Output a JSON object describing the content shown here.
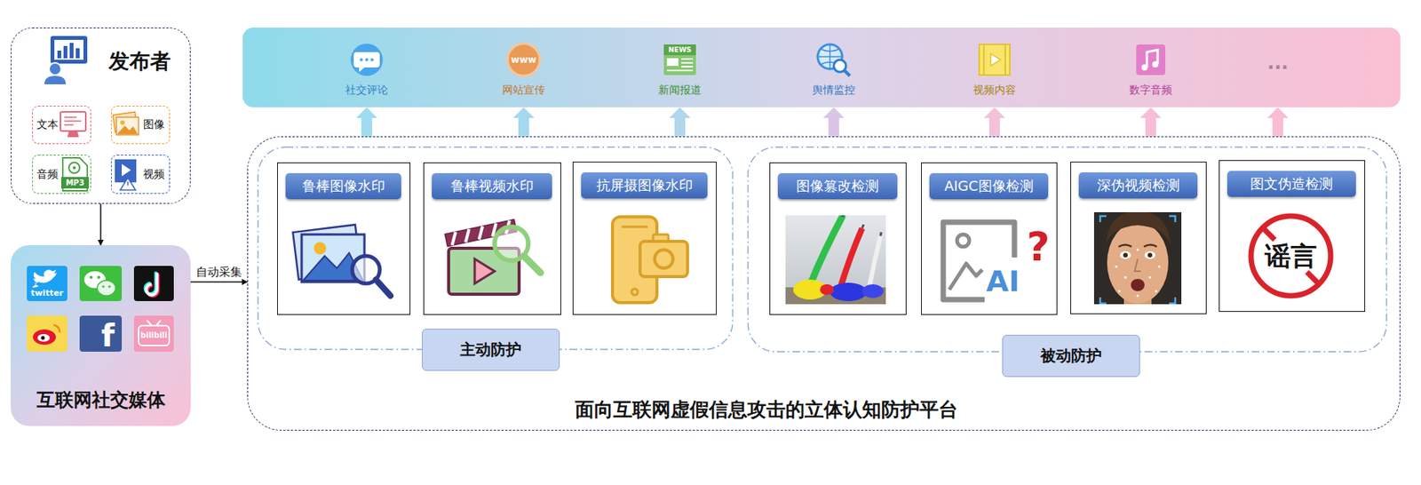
{
  "diagram": {
    "nodes": [
      {
        "text": [
          "发布者"
        ]
      },
      {
        "text": [
          "文本"
        ],
        "in": 0
      },
      {
        "text": [
          "图像"
        ],
        "in": 0
      },
      {
        "text": [
          "音频"
        ],
        "in": 0
      },
      {
        "text": [
          "视频"
        ],
        "in": 0
      },
      {
        "text": [
          "互联网社交媒体"
        ]
      },
      {
        "text": [
          "社交评论"
        ]
      },
      {
        "text": [
          "网站宣传"
        ]
      },
      {
        "text": [
          "新闻报道"
        ]
      },
      {
        "text": [
          "舆情监控"
        ]
      },
      {
        "text": [
          "视频内容"
        ]
      },
      {
        "text": [
          "数字音频"
        ]
      },
      {
        "text": [
          "..."
        ]
      },
      {
        "text": [
          "面向互联网虚假信息攻击的立体认知防护平台"
        ]
      },
      {
        "text": [
          "主动防护"
        ],
        "in": 13
      },
      {
        "text": [
          "鲁棒图像水印"
        ],
        "in": 14
      },
      {
        "text": [
          "鲁棒视频水印"
        ],
        "in": 14
      },
      {
        "text": [
          "抗屏摄图像水印"
        ],
        "in": 14
      },
      {
        "text": [
          "被动防护"
        ],
        "in": 13
      },
      {
        "text": [
          "图像篡改检测"
        ],
        "in": 18
      },
      {
        "text": [
          "AIGC图像检测"
        ],
        "in": 18
      },
      {
        "text": [
          "深伪视频检测"
        ],
        "in": 18
      },
      {
        "text": [
          "图文伪造检测"
        ],
        "in": 18
      }
    ],
    "edges": [
      {
        "from": 0,
        "to": 5,
        "arrow": "to"
      },
      {
        "from": 5,
        "to": 13,
        "label": "自动采集",
        "arrow": "to"
      },
      {
        "from": 13,
        "to": 6,
        "arrow": "to"
      },
      {
        "from": 13,
        "to": 7,
        "arrow": "to"
      },
      {
        "from": 13,
        "to": 8,
        "arrow": "to"
      },
      {
        "from": 13,
        "to": 9,
        "arrow": "to"
      },
      {
        "from": 13,
        "to": 10,
        "arrow": "to"
      },
      {
        "from": 13,
        "to": 11,
        "arrow": "to"
      },
      {
        "from": 13,
        "to": 12,
        "arrow": "to"
      }
    ],
    "labels": [
      "MP3",
      "twitter",
      "f",
      "bilibili",
      "www",
      "NEWS",
      "AI",
      "?",
      "谣言"
    ]
  }
}
